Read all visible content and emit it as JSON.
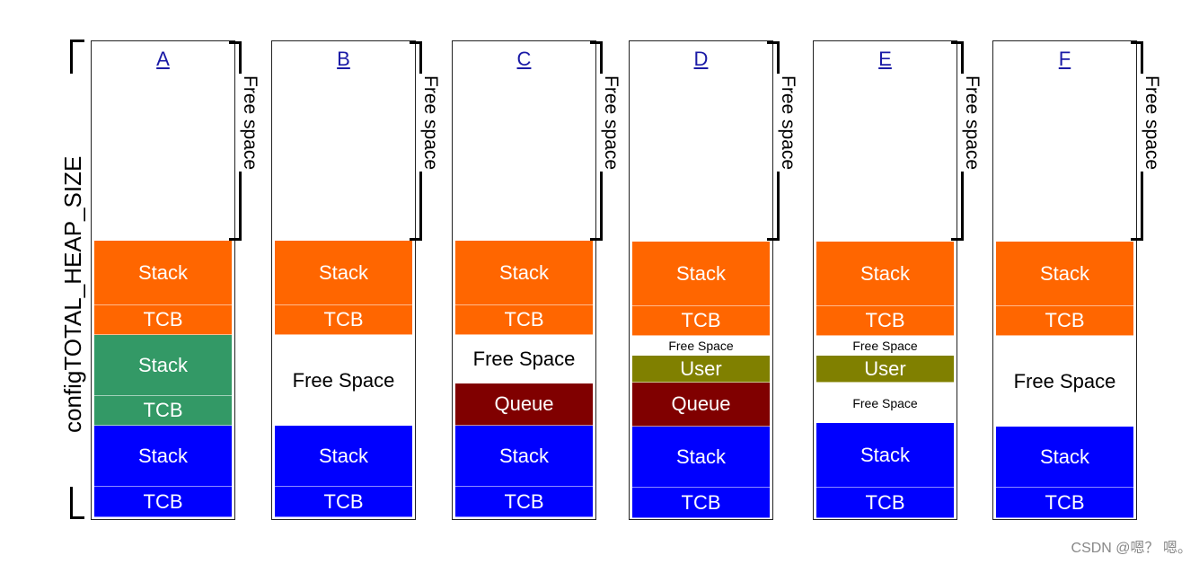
{
  "axis_label": "configTOTAL_HEAP_SIZE",
  "free_space_bracket_label": "Free space",
  "watermark": "CSDN @嗯？ 嗯。",
  "colors": {
    "orange": "#ff6600",
    "green": "#339966",
    "blue": "#0000ff",
    "dark_red": "#800000",
    "olive": "#808000",
    "white": "#ffffff",
    "link_blue": "#1a1aa6"
  },
  "columns": [
    {
      "label": "A",
      "blocks": [
        {
          "text": "Stack",
          "color": "orange"
        },
        {
          "text": "TCB",
          "color": "orange"
        },
        {
          "text": "Stack",
          "color": "green"
        },
        {
          "text": "TCB",
          "color": "green"
        },
        {
          "text": "Stack",
          "color": "blue"
        },
        {
          "text": "TCB",
          "color": "blue"
        }
      ]
    },
    {
      "label": "B",
      "blocks": [
        {
          "text": "Stack",
          "color": "orange"
        },
        {
          "text": "TCB",
          "color": "orange"
        },
        {
          "text": "Free Space",
          "color": "white"
        },
        {
          "text": "Stack",
          "color": "blue"
        },
        {
          "text": "TCB",
          "color": "blue"
        }
      ]
    },
    {
      "label": "C",
      "blocks": [
        {
          "text": "Stack",
          "color": "orange"
        },
        {
          "text": "TCB",
          "color": "orange"
        },
        {
          "text": "Free Space",
          "color": "white"
        },
        {
          "text": "Queue",
          "color": "dark_red"
        },
        {
          "text": "Stack",
          "color": "blue"
        },
        {
          "text": "TCB",
          "color": "blue"
        }
      ]
    },
    {
      "label": "D",
      "blocks": [
        {
          "text": "Stack",
          "color": "orange"
        },
        {
          "text": "TCB",
          "color": "orange"
        },
        {
          "text": "Free Space",
          "color": "white"
        },
        {
          "text": "User",
          "color": "olive"
        },
        {
          "text": "Queue",
          "color": "dark_red"
        },
        {
          "text": "Stack",
          "color": "blue"
        },
        {
          "text": "TCB",
          "color": "blue"
        }
      ]
    },
    {
      "label": "E",
      "blocks": [
        {
          "text": "Stack",
          "color": "orange"
        },
        {
          "text": "TCB",
          "color": "orange"
        },
        {
          "text": "Free Space",
          "color": "white"
        },
        {
          "text": "User",
          "color": "olive"
        },
        {
          "text": "Free Space",
          "color": "white"
        },
        {
          "text": "Stack",
          "color": "blue"
        },
        {
          "text": "TCB",
          "color": "blue"
        }
      ]
    },
    {
      "label": "F",
      "blocks": [
        {
          "text": "Stack",
          "color": "orange"
        },
        {
          "text": "TCB",
          "color": "orange"
        },
        {
          "text": "Free Space",
          "color": "white"
        },
        {
          "text": "Stack",
          "color": "blue"
        },
        {
          "text": "TCB",
          "color": "blue"
        }
      ]
    }
  ]
}
